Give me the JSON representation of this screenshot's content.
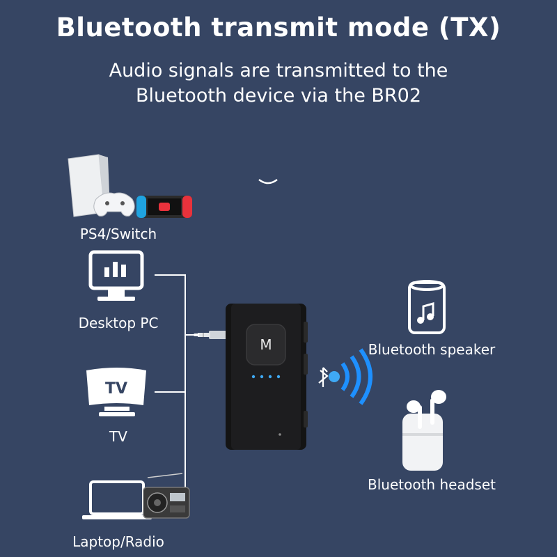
{
  "title": "Bluetooth transmit mode (TX)",
  "subtitle_line1": "Audio signals are transmitted to the",
  "subtitle_line2": "Bluetooth device via the BR02",
  "sources": [
    {
      "label": "PS4/Switch",
      "icon": "console-icon"
    },
    {
      "label": "Desktop PC",
      "icon": "desktop-monitor-icon"
    },
    {
      "label": "TV",
      "icon": "tv-icon",
      "icon_text": "TV"
    },
    {
      "label": "Laptop/Radio",
      "icon": "laptop-radio-icon"
    }
  ],
  "device": {
    "button_label": "M",
    "icon": "bluetooth-transmitter-device"
  },
  "targets": [
    {
      "label": "Bluetooth speaker",
      "icon": "speaker-icon"
    },
    {
      "label": "Bluetooth headset",
      "icon": "earbuds-icon"
    }
  ],
  "colors": {
    "background": "#364563",
    "accent": "#3fa9f5",
    "signal": "#1e90ff"
  }
}
